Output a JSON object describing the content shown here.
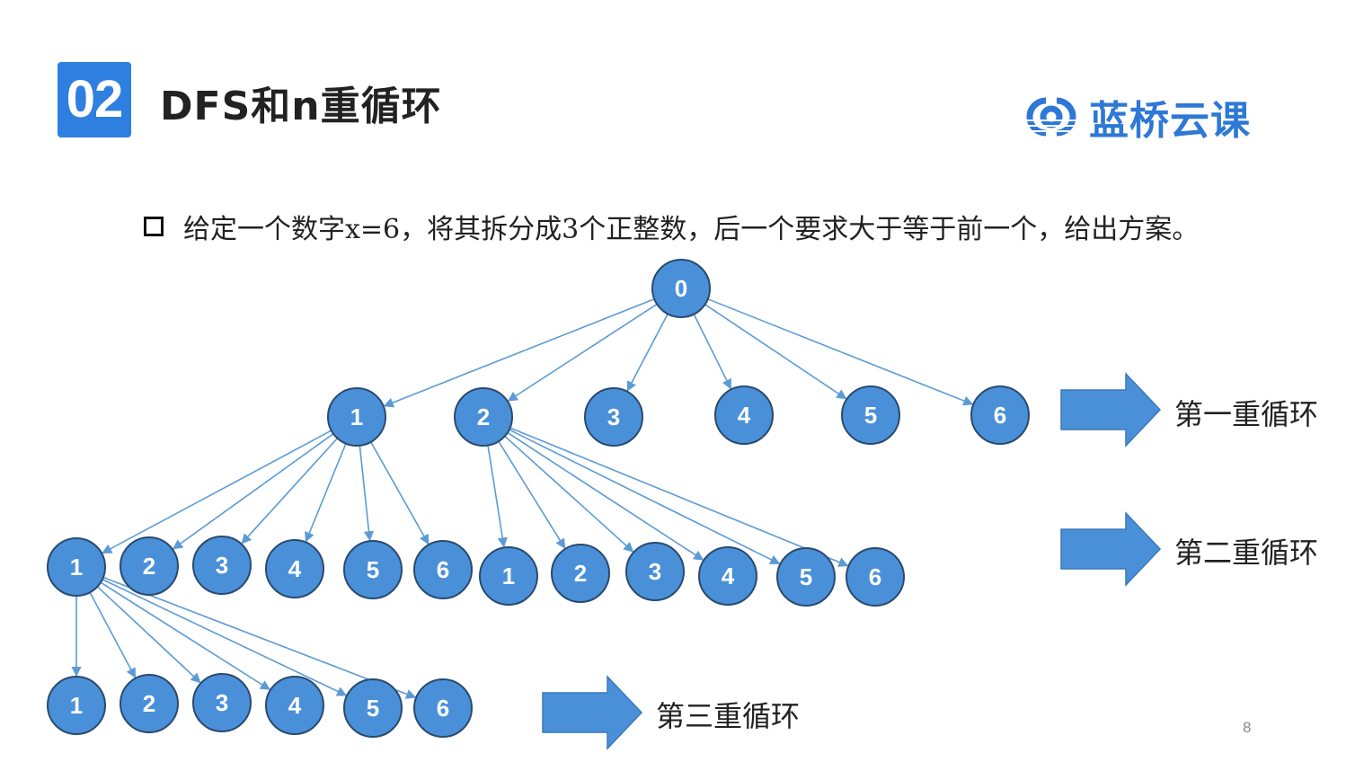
{
  "header": {
    "section_number": "02",
    "title": "DFS和n重循环",
    "logo_text": "蓝桥云课"
  },
  "bullet": {
    "text": "给定一个数字x=6，将其拆分成3个正整数，后一个要求大于等于前一个，给出方案。"
  },
  "tree": {
    "root": "0",
    "level1": [
      "1",
      "2",
      "3",
      "4",
      "5",
      "6"
    ],
    "level2_under_1": [
      "1",
      "2",
      "3",
      "4",
      "5",
      "6"
    ],
    "level2_under_2": [
      "1",
      "2",
      "3",
      "4",
      "5",
      "6"
    ],
    "level3_under_1_1": [
      "1",
      "2",
      "3",
      "4",
      "5",
      "6"
    ]
  },
  "loop_labels": {
    "first": "第一重循环",
    "second": "第二重循环",
    "third": "第三重循环"
  },
  "colors": {
    "node_fill": "#4a90d9",
    "node_stroke": "#2a4a6e",
    "edge": "#5b9bd5",
    "arrow_fill": "#4a90d9",
    "badge": "#2f7fe0",
    "logo": "#2e78d6"
  },
  "page_number": "8"
}
